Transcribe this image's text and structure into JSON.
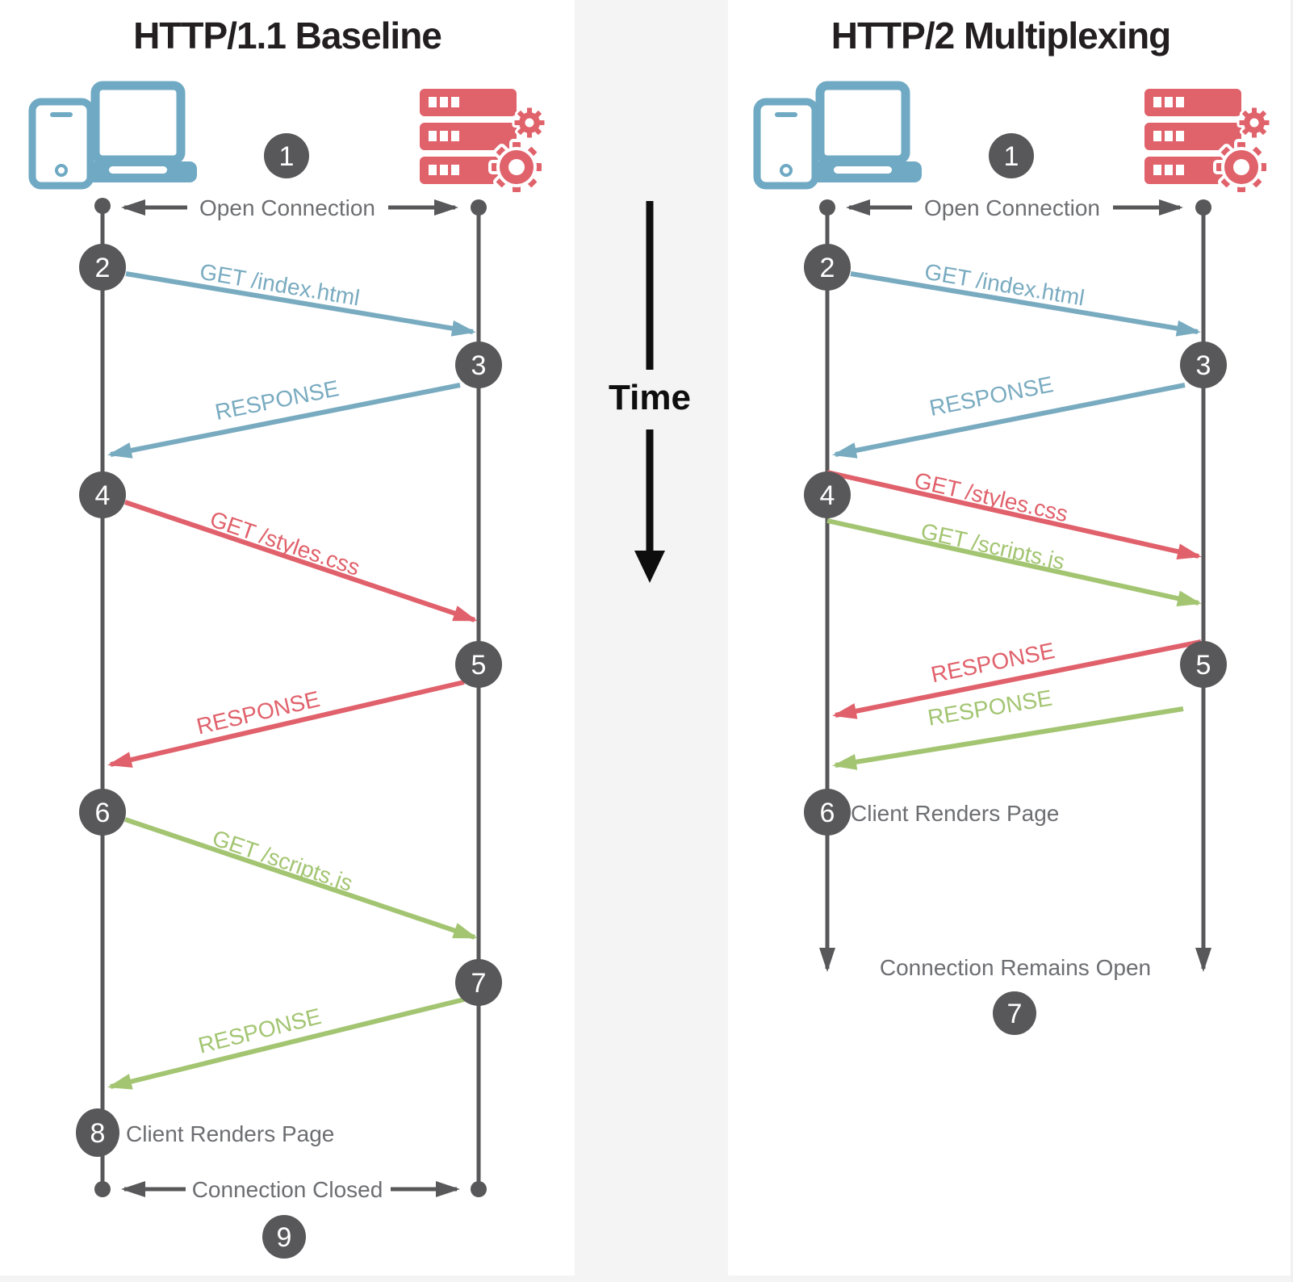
{
  "diagram": {
    "time_label": "Time",
    "left": {
      "title": "HTTP/1.1 Baseline",
      "open_connection_label": "Open Connection",
      "connection_closed_label": "Connection Closed",
      "client_renders_label": "Client Renders Page",
      "messages": {
        "get_index": "GET /index.html",
        "response_index": "RESPONSE",
        "get_styles": "GET /styles.css",
        "response_styles": "RESPONSE",
        "get_scripts": "GET /scripts.js",
        "response_scripts": "RESPONSE"
      },
      "steps": [
        "1",
        "2",
        "3",
        "4",
        "5",
        "6",
        "7",
        "8",
        "9"
      ]
    },
    "right": {
      "title": "HTTP/2 Multiplexing",
      "open_connection_label": "Open Connection",
      "connection_remains_open_label": "Connection Remains Open",
      "client_renders_label": "Client Renders Page",
      "messages": {
        "get_index": "GET /index.html",
        "response_index": "RESPONSE",
        "get_styles": "GET /styles.css",
        "get_scripts": "GET /scripts.js",
        "response_styles": "RESPONSE",
        "response_scripts": "RESPONSE"
      },
      "steps": [
        "1",
        "2",
        "3",
        "4",
        "5",
        "6",
        "7"
      ]
    },
    "colors": {
      "request_blue": "#79abc0",
      "request_red": "#e0616b",
      "request_green": "#a3c572",
      "dark_gray": "#58585a",
      "label_gray": "#6d6e71",
      "client_icon_blue": "#6fa9c3",
      "server_icon_red": "#e0626b",
      "time_strip_gray": "#f4f4f5",
      "title_black": "#231f20"
    }
  }
}
